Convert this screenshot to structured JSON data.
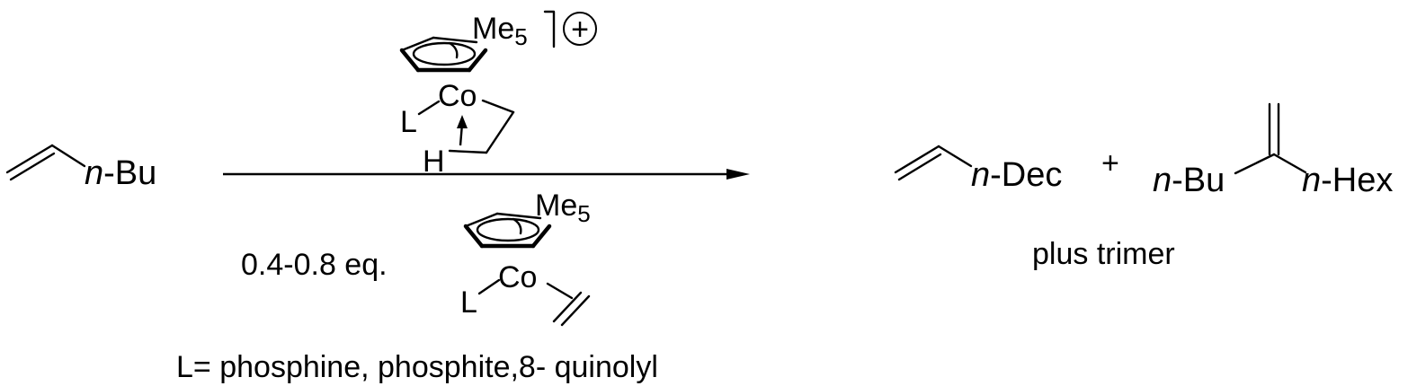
{
  "reactant": {
    "substituent_prefix": "n",
    "substituent_name": "-Bu"
  },
  "catalyst_top": {
    "ring_sub_main": "Me",
    "ring_sub_num": "5",
    "charge": "+",
    "metal": "Co",
    "ligand": "L",
    "hydride": "H"
  },
  "catalyst_bottom": {
    "ring_sub_main": "Me",
    "ring_sub_num": "5",
    "metal": "Co",
    "ligand": "L",
    "loading": "0.4-0.8 eq."
  },
  "ligand_definition": "L= phosphine, phosphite,8- quinolyl",
  "product_1": {
    "prefix": "n",
    "name": "-Dec"
  },
  "plus_sign": "+",
  "product_2": {
    "left_prefix": "n",
    "left_name": "-Bu",
    "right_prefix": "n",
    "right_name": "-Hex"
  },
  "product_note": "plus trimer"
}
